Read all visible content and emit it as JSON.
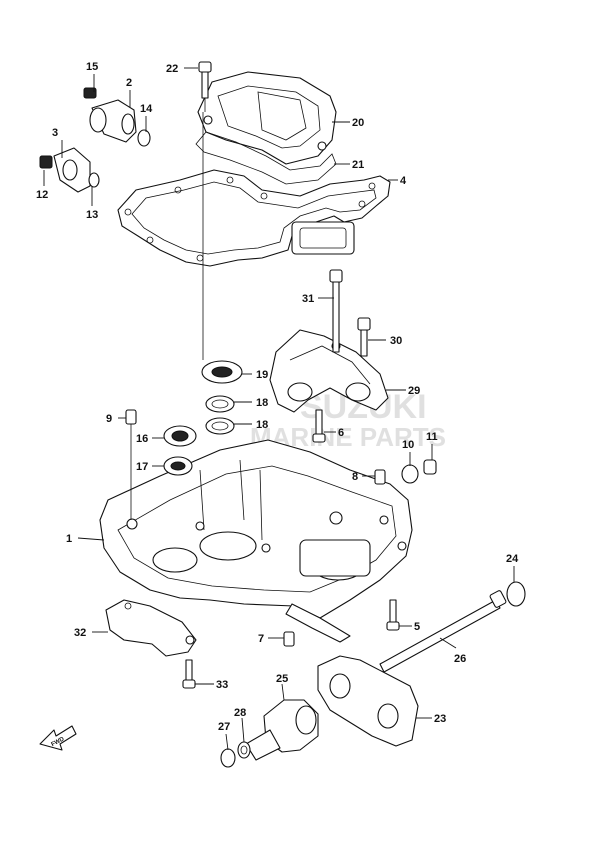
{
  "watermark": {
    "line1": "SUZUKI",
    "line2": "MARINE PARTS"
  },
  "fwd_label": "FWD",
  "callouts": [
    {
      "id": "c1",
      "label": "1"
    },
    {
      "id": "c2",
      "label": "2"
    },
    {
      "id": "c3",
      "label": "3"
    },
    {
      "id": "c4",
      "label": "4"
    },
    {
      "id": "c5",
      "label": "5"
    },
    {
      "id": "c6",
      "label": "6"
    },
    {
      "id": "c7",
      "label": "7"
    },
    {
      "id": "c8",
      "label": "8"
    },
    {
      "id": "c9",
      "label": "9"
    },
    {
      "id": "c10",
      "label": "10"
    },
    {
      "id": "c11",
      "label": "11"
    },
    {
      "id": "c12",
      "label": "12"
    },
    {
      "id": "c13",
      "label": "13"
    },
    {
      "id": "c14",
      "label": "14"
    },
    {
      "id": "c15",
      "label": "15"
    },
    {
      "id": "c16",
      "label": "16"
    },
    {
      "id": "c17",
      "label": "17"
    },
    {
      "id": "c18a",
      "label": "18"
    },
    {
      "id": "c18b",
      "label": "18"
    },
    {
      "id": "c19",
      "label": "19"
    },
    {
      "id": "c20",
      "label": "20"
    },
    {
      "id": "c21",
      "label": "21"
    },
    {
      "id": "c22",
      "label": "22"
    },
    {
      "id": "c23",
      "label": "23"
    },
    {
      "id": "c24",
      "label": "24"
    },
    {
      "id": "c25",
      "label": "25"
    },
    {
      "id": "c26",
      "label": "26"
    },
    {
      "id": "c27",
      "label": "27"
    },
    {
      "id": "c28",
      "label": "28"
    },
    {
      "id": "c29",
      "label": "29"
    },
    {
      "id": "c30",
      "label": "30"
    },
    {
      "id": "c31",
      "label": "31"
    },
    {
      "id": "c32",
      "label": "32"
    },
    {
      "id": "c33",
      "label": "33"
    }
  ]
}
